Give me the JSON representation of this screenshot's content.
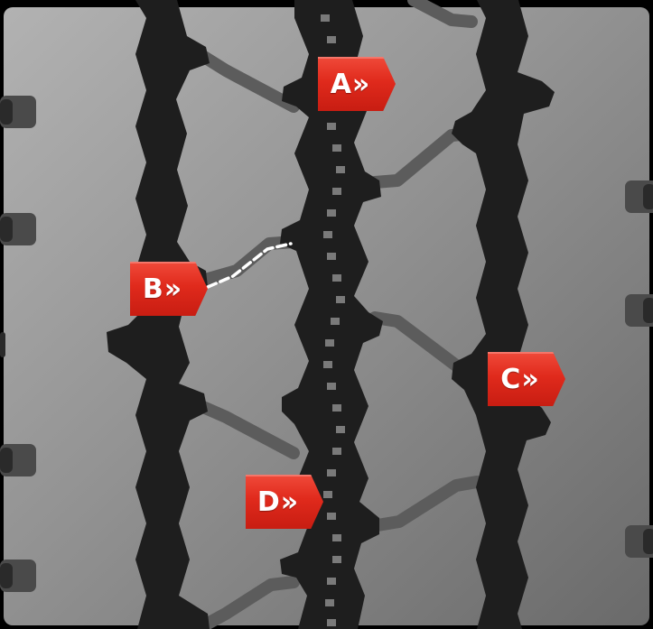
{
  "callouts": {
    "a": "A»",
    "b": "B»",
    "c": "C»",
    "d": "D»"
  },
  "colors": {
    "callout_red": "#e02a1c",
    "tread_black": "#1e1e1e",
    "rubber_gray": "#8e8e8e",
    "sipe_gray": "#5e5e5e",
    "highlight_dash": "#ffffff"
  },
  "icons": [
    "tread-pattern-illustration",
    "dashed-highlight-line"
  ]
}
